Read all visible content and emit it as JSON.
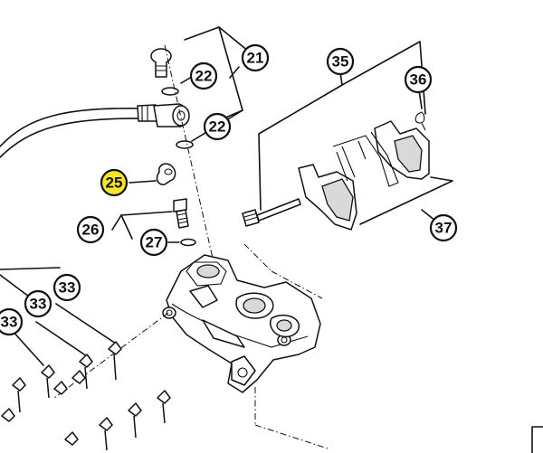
{
  "diagram": {
    "highlight_color": "#f3e52a",
    "callouts": {
      "c21": "21",
      "c22a": "22",
      "c22b": "22",
      "c25": "25",
      "c26": "26",
      "c27": "27",
      "c33a": "33",
      "c33b": "33",
      "c33c": "33",
      "c35": "35",
      "c36": "36",
      "c37": "37"
    },
    "highlighted_part": "25"
  }
}
